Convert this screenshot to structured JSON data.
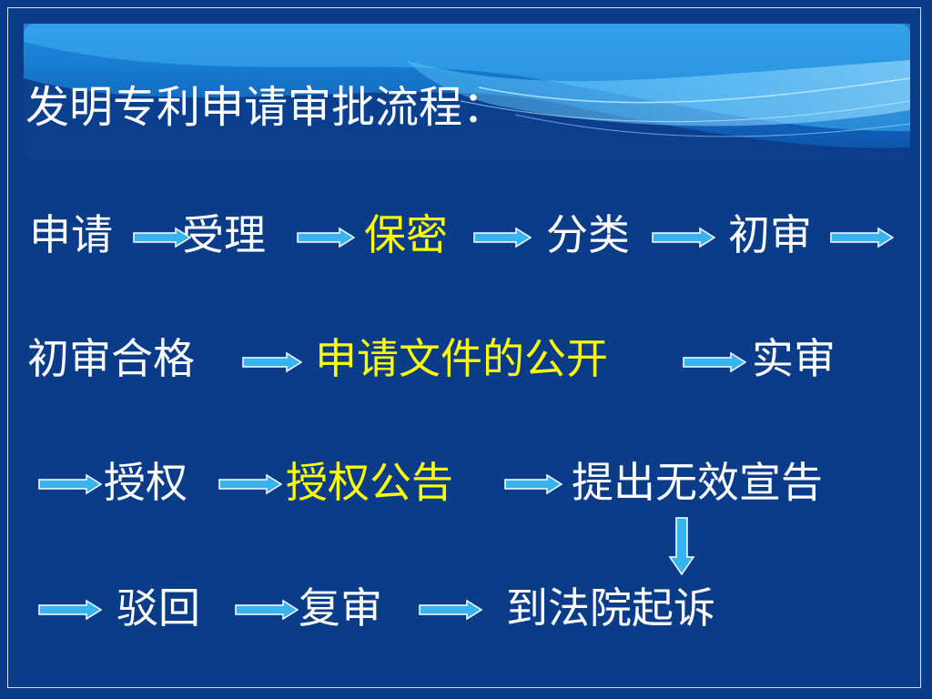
{
  "colors": {
    "background": "#0b3c8a",
    "text": "#ffffff",
    "highlight": "#ffff00",
    "arrow_fill": "#37b4f0",
    "arrow_stroke": "#ffffff"
  },
  "title": "发明专利申请审批流程：",
  "rows": [
    {
      "steps": [
        {
          "label": "申请",
          "highlight": false
        },
        {
          "label": "受理",
          "highlight": false
        },
        {
          "label": "保密",
          "highlight": true
        },
        {
          "label": "分类",
          "highlight": false
        },
        {
          "label": "初审",
          "highlight": false
        }
      ]
    },
    {
      "steps": [
        {
          "label": "初审合格",
          "highlight": false
        },
        {
          "label": "申请文件的公开",
          "highlight": true
        },
        {
          "label": "实审",
          "highlight": false
        }
      ]
    },
    {
      "steps": [
        {
          "label": "授权",
          "highlight": false
        },
        {
          "label": "授权公告",
          "highlight": true
        },
        {
          "label": "提出无效宣告",
          "highlight": false
        }
      ]
    },
    {
      "steps": [
        {
          "label": "驳回",
          "highlight": false
        },
        {
          "label": "复审",
          "highlight": false
        },
        {
          "label": "到法院起诉",
          "highlight": false
        }
      ]
    }
  ]
}
